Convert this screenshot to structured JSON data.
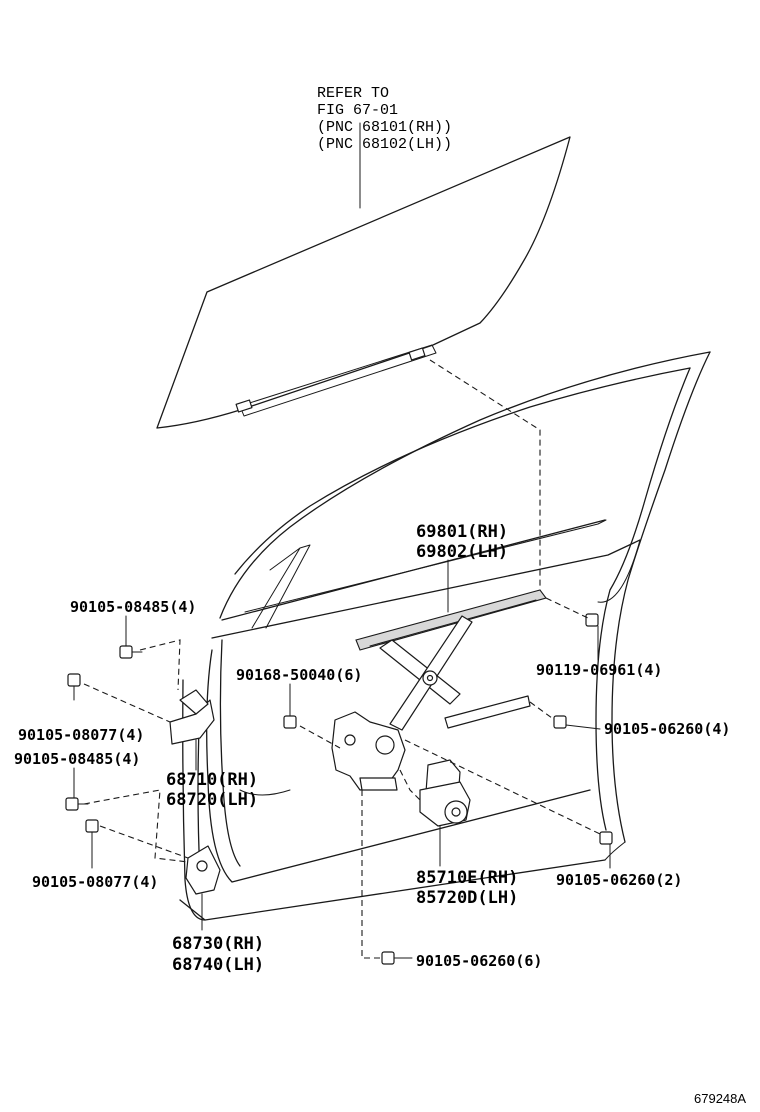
{
  "refer_note": [
    "REFER TO",
    "FIG 67-01",
    "(PNC 68101(RH))",
    "(PNC 68102(LH))"
  ],
  "callouts": {
    "run_channel": [
      "69801(RH)",
      "69802(LH)"
    ],
    "bolt_upper_hinge": "90105-08485(4)",
    "bolt_hinge_a": "90105-08077(4)",
    "bolt_hinge_b": "90105-08485(4)",
    "bolt_lower_hinge": "90105-08077(4)",
    "upper_hinge": [
      "68710(RH)",
      "68720(LH)"
    ],
    "lower_hinge": [
      "68730(RH)",
      "68740(LH)"
    ],
    "regulator_bolt": "90168-50040(6)",
    "channel_bolt": "90119-06961(4)",
    "rail_bolt": "90105-06260(4)",
    "motor_bolt_right": "90105-06260(2)",
    "motor_bolt_bottom": "90105-06260(6)",
    "motor": [
      "85710E(RH)",
      "85720D(LH)"
    ]
  },
  "diagram_code": "679248A"
}
